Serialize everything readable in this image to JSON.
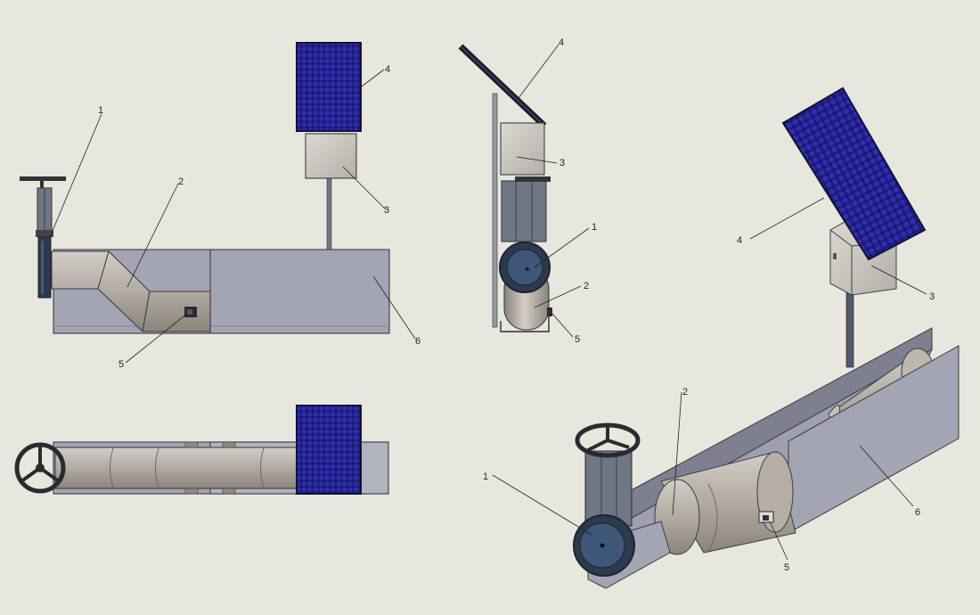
{
  "colors": {
    "background": "#e8e7dd",
    "trough": "#a3a5b3",
    "trough_dark": "#7e8090",
    "pipe": "#b9b3aa",
    "pipe_shade": "#8f8980",
    "box": "#c8c4be",
    "panel_cell": "#2626a8",
    "panel_frame": "#1a1a4a",
    "valve_dark": "#2c3a4c",
    "valve_body": "#6f7784"
  },
  "callouts": {
    "front": [
      "1",
      "2",
      "3",
      "4",
      "5",
      "6"
    ],
    "side": [
      "4",
      "3",
      "1",
      "2",
      "5"
    ],
    "iso": [
      "4",
      "3",
      "2",
      "1",
      "6",
      "5"
    ]
  }
}
